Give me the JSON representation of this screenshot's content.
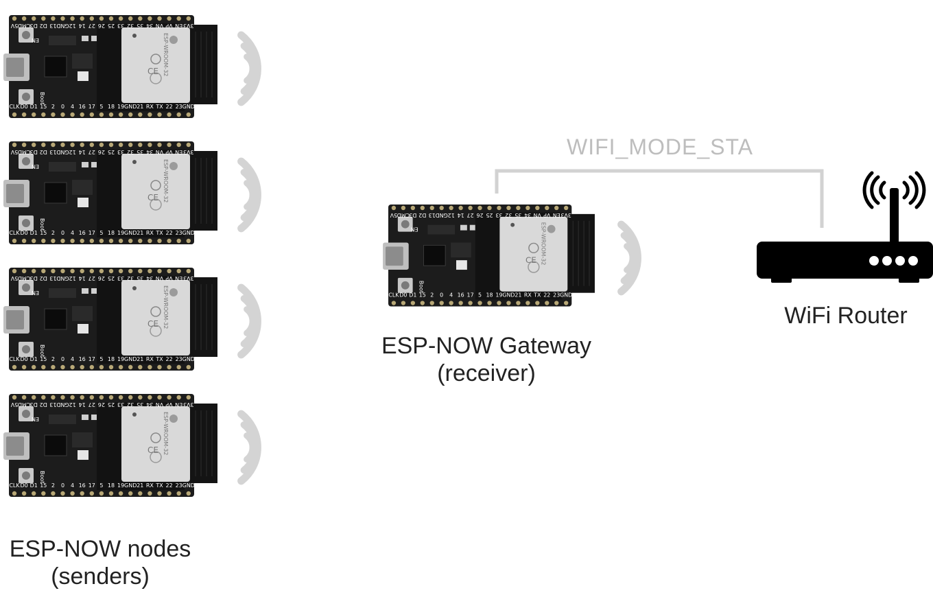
{
  "diagram": {
    "nodes_label": {
      "line1": "ESP-NOW nodes",
      "line2": "(senders)"
    },
    "gateway_label": {
      "line1": "ESP-NOW Gateway",
      "line2": "(receiver)"
    },
    "router_label": "WiFi Router",
    "link_label": "WIFI_MODE_STA",
    "board": {
      "top_pins": [
        "5V",
        "CMD",
        "D3",
        "D2",
        "13",
        "GND",
        "12",
        "14",
        "27",
        "26",
        "25",
        "33",
        "32",
        "35",
        "34",
        "VN",
        "VP",
        "EN",
        "3V3"
      ],
      "bottom_pins": [
        "CLK",
        "D0",
        "D1",
        "15",
        "2",
        "0",
        "4",
        "16",
        "17",
        "5",
        "18",
        "19",
        "GND",
        "21",
        "RX",
        "TX",
        "22",
        "23",
        "GND"
      ],
      "module_text": "ESP-WROOM-32",
      "ce_mark": "CE",
      "boot_label": "Boot",
      "en_label": "EN"
    },
    "colors": {
      "board": "#1c1c1c",
      "signal": "#d4d4d4",
      "connector": "#d2d2d2",
      "router": "#000000",
      "module": "#d9d9d9"
    },
    "icons": [
      "wifi-waves-icon",
      "router-icon",
      "esp32-board-icon"
    ]
  }
}
